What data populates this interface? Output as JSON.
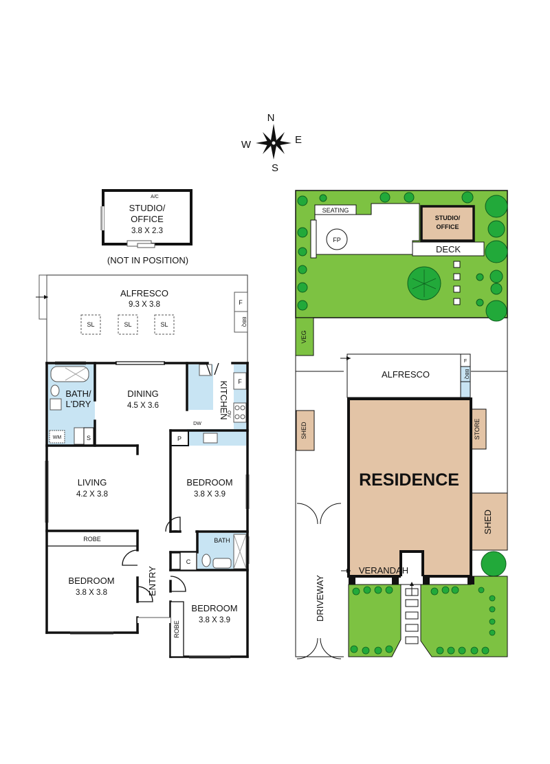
{
  "compass": {
    "n": "N",
    "e": "E",
    "s": "S",
    "w": "W"
  },
  "floor_plan": {
    "studio": {
      "name_line1": "STUDIO/",
      "name_line2": "OFFICE",
      "dims": "3.8 X 2.3",
      "ac": "A/C",
      "note": "(NOT IN POSITION)"
    },
    "alfresco": {
      "name": "ALFRESCO",
      "dims": "9.3 X 3.8",
      "skylight": "SL",
      "fridge": "F",
      "bbq": "BBQ"
    },
    "bath_ldry": {
      "line1": "BATH/",
      "line2": "L'DRY",
      "wm": "WM",
      "s": "S"
    },
    "dining": {
      "name": "DINING",
      "dims": "4.5 X 3.6"
    },
    "kitchen": {
      "name": "KITCHEN",
      "fridge": "F",
      "ov": "OV",
      "dw": "DW",
      "pantry": "P"
    },
    "living": {
      "name": "LIVING",
      "dims": "4.2 X 3.8"
    },
    "bedroom_right": {
      "name": "BEDROOM",
      "dims": "3.8 X 3.9"
    },
    "robe_top": "ROBE",
    "bedroom_left": {
      "name": "BEDROOM",
      "dims": "3.8 X 3.8"
    },
    "entry": "ENTRY",
    "bath": "BATH",
    "closet": "C",
    "bedroom_bottom": {
      "name": "BEDROOM",
      "dims": "3.8 X 3.9",
      "robe": "ROBE"
    }
  },
  "site_plan": {
    "seating": "SEATING",
    "fp": "FP",
    "studio_line1": "STUDIO/",
    "studio_line2": "OFFICE",
    "deck": "DECK",
    "veg": "VEG",
    "alfresco": "ALFRESCO",
    "fridge": "F",
    "bbq": "BBQ",
    "shed_left": "SHED",
    "store": "STORE",
    "residence": "RESIDENCE",
    "shed_right": "SHED",
    "verandah": "VERANDAH",
    "driveway": "DRIVEWAY"
  },
  "colors": {
    "garden": "#7dc242",
    "residence": "#e3c4a6",
    "wet_area": "#c8e4f3",
    "tree": "#22a93a",
    "walls": "#111111"
  }
}
